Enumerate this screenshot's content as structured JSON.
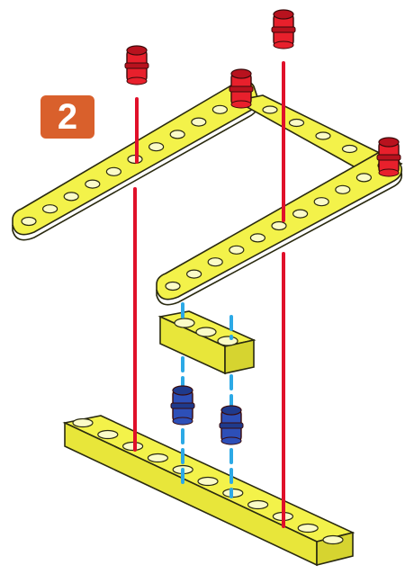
{
  "step": {
    "number": "2",
    "badge_color": "#d9602c"
  },
  "colors": {
    "beam": "#f3f24a",
    "beam_edge": "#2a2a10",
    "pin_red": "#e8202c",
    "pin_blue": "#2d4fb8",
    "guide_red": "#e0102a",
    "guide_blue": "#2ca9e6"
  },
  "parts": {
    "long_beams": 2,
    "base_beam": 1,
    "short_block": 1,
    "red_pins": 4,
    "blue_pins": 2
  }
}
